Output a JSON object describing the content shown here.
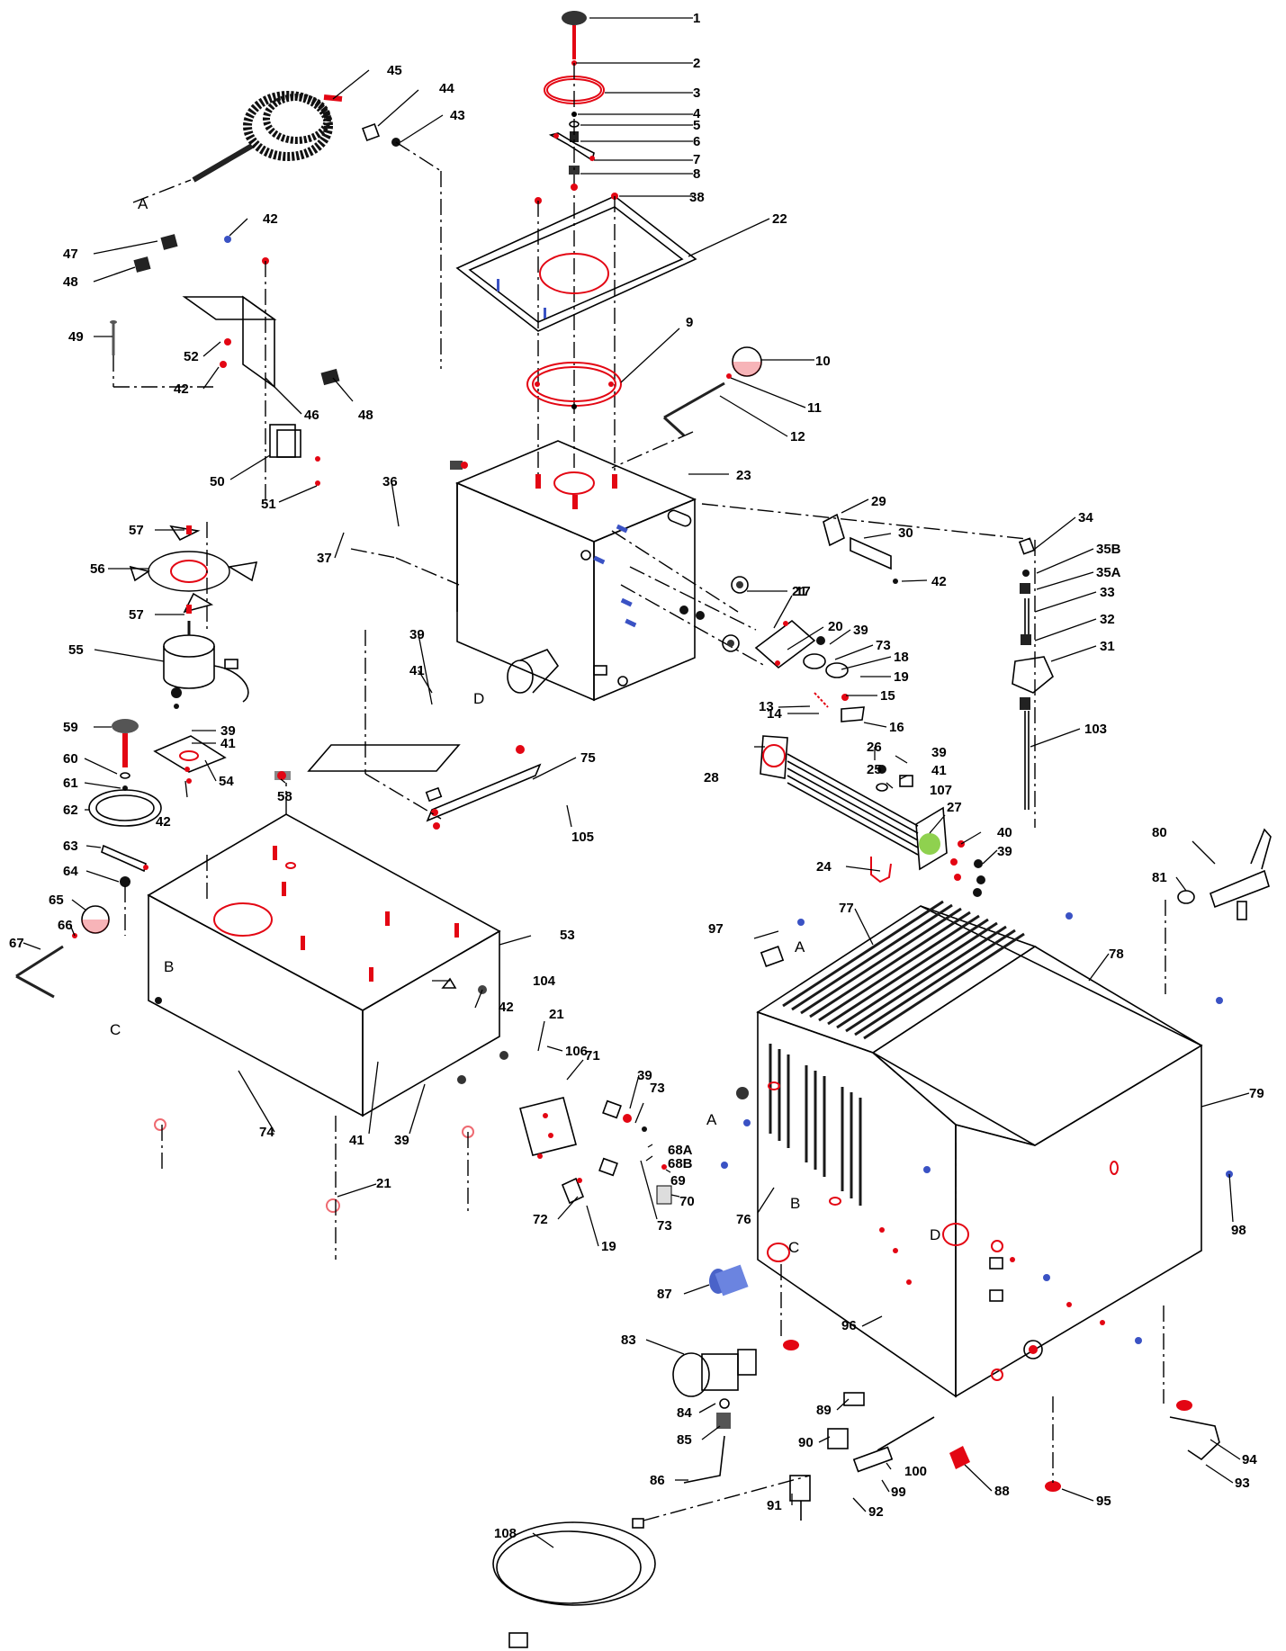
{
  "diagram": {
    "callouts": [
      {
        "id": "c1",
        "label": "1"
      },
      {
        "id": "c2",
        "label": "2"
      },
      {
        "id": "c3",
        "label": "3"
      },
      {
        "id": "c4",
        "label": "4"
      },
      {
        "id": "c5",
        "label": "5"
      },
      {
        "id": "c6",
        "label": "6"
      },
      {
        "id": "c7",
        "label": "7"
      },
      {
        "id": "c8",
        "label": "8"
      },
      {
        "id": "c38",
        "label": "38"
      },
      {
        "id": "c22",
        "label": "22"
      },
      {
        "id": "c9",
        "label": "9"
      },
      {
        "id": "c10",
        "label": "10"
      },
      {
        "id": "c11",
        "label": "11"
      },
      {
        "id": "c12",
        "label": "12"
      },
      {
        "id": "c45",
        "label": "45"
      },
      {
        "id": "c44",
        "label": "44"
      },
      {
        "id": "c43",
        "label": "43"
      },
      {
        "id": "c42a",
        "label": "42"
      },
      {
        "id": "c47",
        "label": "47"
      },
      {
        "id": "c48a",
        "label": "48"
      },
      {
        "id": "c49",
        "label": "49"
      },
      {
        "id": "c52",
        "label": "52"
      },
      {
        "id": "c42b",
        "label": "42"
      },
      {
        "id": "c46",
        "label": "46"
      },
      {
        "id": "c48b",
        "label": "48"
      },
      {
        "id": "c50",
        "label": "50"
      },
      {
        "id": "c51",
        "label": "51"
      },
      {
        "id": "c23",
        "label": "23"
      },
      {
        "id": "c36",
        "label": "36"
      },
      {
        "id": "c37",
        "label": "37"
      },
      {
        "id": "c29",
        "label": "29"
      },
      {
        "id": "c30",
        "label": "30"
      },
      {
        "id": "c42c",
        "label": "42"
      },
      {
        "id": "c34",
        "label": "34"
      },
      {
        "id": "c35B",
        "label": "35B"
      },
      {
        "id": "c35A",
        "label": "35A"
      },
      {
        "id": "c33",
        "label": "33"
      },
      {
        "id": "c32",
        "label": "32"
      },
      {
        "id": "c31",
        "label": "31"
      },
      {
        "id": "c103",
        "label": "103"
      },
      {
        "id": "c57a",
        "label": "57"
      },
      {
        "id": "c56",
        "label": "56"
      },
      {
        "id": "c57b",
        "label": "57"
      },
      {
        "id": "c55",
        "label": "55"
      },
      {
        "id": "c21a",
        "label": "21"
      },
      {
        "id": "c17",
        "label": "17"
      },
      {
        "id": "c20",
        "label": "20"
      },
      {
        "id": "c39a",
        "label": "39"
      },
      {
        "id": "c73a",
        "label": "73"
      },
      {
        "id": "c18",
        "label": "18"
      },
      {
        "id": "c19a",
        "label": "19"
      },
      {
        "id": "c13",
        "label": "13"
      },
      {
        "id": "c15",
        "label": "15"
      },
      {
        "id": "c14",
        "label": "14"
      },
      {
        "id": "c16",
        "label": "16"
      },
      {
        "id": "c39b",
        "label": "39"
      },
      {
        "id": "c41a",
        "label": "41"
      },
      {
        "id": "c59",
        "label": "59"
      },
      {
        "id": "c39c",
        "label": "39"
      },
      {
        "id": "c41b",
        "label": "41"
      },
      {
        "id": "c60",
        "label": "60"
      },
      {
        "id": "c61",
        "label": "61"
      },
      {
        "id": "c54",
        "label": "54"
      },
      {
        "id": "c58",
        "label": "58"
      },
      {
        "id": "c62",
        "label": "62"
      },
      {
        "id": "c42d",
        "label": "42"
      },
      {
        "id": "c63",
        "label": "63"
      },
      {
        "id": "c64",
        "label": "64"
      },
      {
        "id": "c65",
        "label": "65"
      },
      {
        "id": "c66",
        "label": "66"
      },
      {
        "id": "c67",
        "label": "67"
      },
      {
        "id": "c75",
        "label": "75"
      },
      {
        "id": "c105",
        "label": "105"
      },
      {
        "id": "c28",
        "label": "28"
      },
      {
        "id": "c26",
        "label": "26"
      },
      {
        "id": "c39d",
        "label": "39"
      },
      {
        "id": "c25",
        "label": "25"
      },
      {
        "id": "c41c",
        "label": "41"
      },
      {
        "id": "c107",
        "label": "107"
      },
      {
        "id": "c27",
        "label": "27"
      },
      {
        "id": "c40",
        "label": "40"
      },
      {
        "id": "c39e",
        "label": "39"
      },
      {
        "id": "c24",
        "label": "24"
      },
      {
        "id": "c80",
        "label": "80"
      },
      {
        "id": "c81",
        "label": "81"
      },
      {
        "id": "c53",
        "label": "53"
      },
      {
        "id": "c104",
        "label": "104"
      },
      {
        "id": "c42e",
        "label": "42"
      },
      {
        "id": "c21b",
        "label": "21"
      },
      {
        "id": "c106",
        "label": "106"
      },
      {
        "id": "c71",
        "label": "71"
      },
      {
        "id": "c39f",
        "label": "39"
      },
      {
        "id": "c73b",
        "label": "73"
      },
      {
        "id": "c68A",
        "label": "68A"
      },
      {
        "id": "c68B",
        "label": "68B"
      },
      {
        "id": "c69",
        "label": "69"
      },
      {
        "id": "c70",
        "label": "70"
      },
      {
        "id": "c73c",
        "label": "73"
      },
      {
        "id": "c72",
        "label": "72"
      },
      {
        "id": "c19b",
        "label": "19"
      },
      {
        "id": "c74",
        "label": "74"
      },
      {
        "id": "c41d",
        "label": "41"
      },
      {
        "id": "c39g",
        "label": "39"
      },
      {
        "id": "c21c",
        "label": "21"
      },
      {
        "id": "c97",
        "label": "97"
      },
      {
        "id": "c77",
        "label": "77"
      },
      {
        "id": "c78",
        "label": "78"
      },
      {
        "id": "c79",
        "label": "79"
      },
      {
        "id": "c98",
        "label": "98"
      },
      {
        "id": "c76",
        "label": "76"
      },
      {
        "id": "c87",
        "label": "87"
      },
      {
        "id": "c96",
        "label": "96"
      },
      {
        "id": "c83",
        "label": "83"
      },
      {
        "id": "c84",
        "label": "84"
      },
      {
        "id": "c85",
        "label": "85"
      },
      {
        "id": "c86",
        "label": "86"
      },
      {
        "id": "c89",
        "label": "89"
      },
      {
        "id": "c90",
        "label": "90"
      },
      {
        "id": "c91",
        "label": "91"
      },
      {
        "id": "c92",
        "label": "92"
      },
      {
        "id": "c100",
        "label": "100"
      },
      {
        "id": "c99",
        "label": "99"
      },
      {
        "id": "c88",
        "label": "88"
      },
      {
        "id": "c95",
        "label": "95"
      },
      {
        "id": "c94",
        "label": "94"
      },
      {
        "id": "c93",
        "label": "93"
      },
      {
        "id": "c108",
        "label": "108"
      }
    ],
    "reference_letters": [
      {
        "id": "rA1",
        "label": "A"
      },
      {
        "id": "rD1",
        "label": "D"
      },
      {
        "id": "rB1",
        "label": "B"
      },
      {
        "id": "rC1",
        "label": "C"
      },
      {
        "id": "rA2",
        "label": "A"
      },
      {
        "id": "rA3",
        "label": "A"
      },
      {
        "id": "rB2",
        "label": "B"
      },
      {
        "id": "rC2",
        "label": "C"
      },
      {
        "id": "rD2",
        "label": "D"
      }
    ],
    "colors": {
      "line": "#000000",
      "highlight_red": "#e30613",
      "highlight_blue": "#3a52c4",
      "highlight_green": "#8fd14f"
    }
  }
}
